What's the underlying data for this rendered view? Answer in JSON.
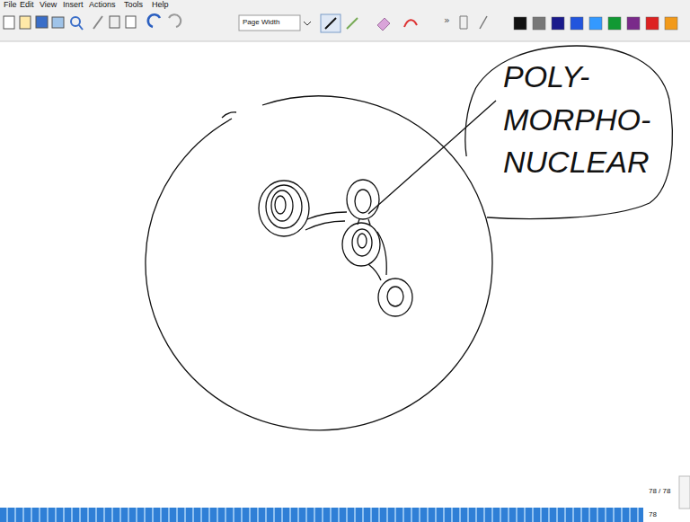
{
  "diagram": {
    "nodes": [
      {
        "text": [
          "POLY- MORPHO- NUCLEAR"
        ]
      }
    ],
    "labels": [
      "File",
      "Edit",
      "View",
      "Insert",
      "Actions",
      "Tools",
      "Help",
      "Page Width",
      "78 / 78",
      "78"
    ]
  }
}
